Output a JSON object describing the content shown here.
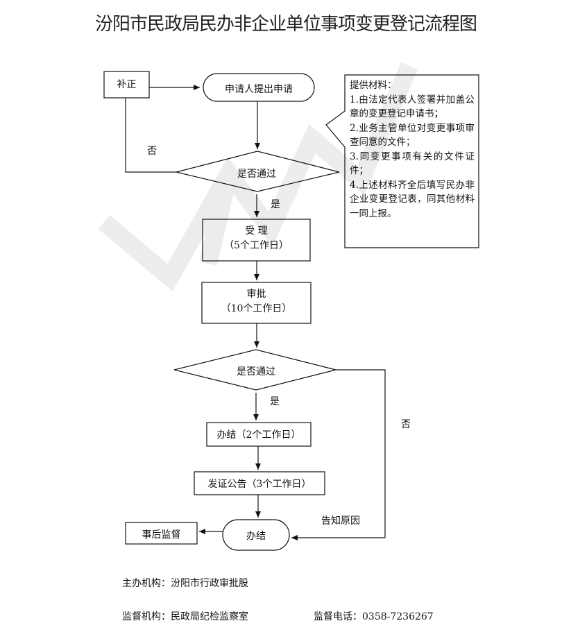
{
  "title": "汾阳市民政局民办非企业单位事项变更登记流程图",
  "nodes": {
    "buzheng": "补正",
    "apply": "申请人提出申请",
    "decision1": "是否通过",
    "accept_title": "受 理",
    "accept_days": "（5个工作日）",
    "approve_title": "审批",
    "approve_days": "（10个工作日）",
    "decision2": "是否通过",
    "conclude": "办结（2个工作日）",
    "certify": "发证公告（3个工作日）",
    "supervise": "事后监督",
    "finish": "办结"
  },
  "edges": {
    "no1": "否",
    "yes1": "是",
    "yes2": "是",
    "no2": "否",
    "notify": "告知原因"
  },
  "materials": {
    "heading": "提供材料：",
    "items": [
      "1.由法定代表人签署并加盖公章的变更登记申请书；",
      "2.业务主管单位对变更事项审查同意的文件；",
      "3.同变更事项有关的文件证件；",
      "4.上述材料齐全后填写民办非企业变更登记表，同其他材料一同上报。"
    ]
  },
  "footer": {
    "host": "主办机构：汾阳市行政审批股",
    "supervisor": "监督机构：民政局纪检监察室",
    "phone": "监督电话：0358-7236267"
  }
}
